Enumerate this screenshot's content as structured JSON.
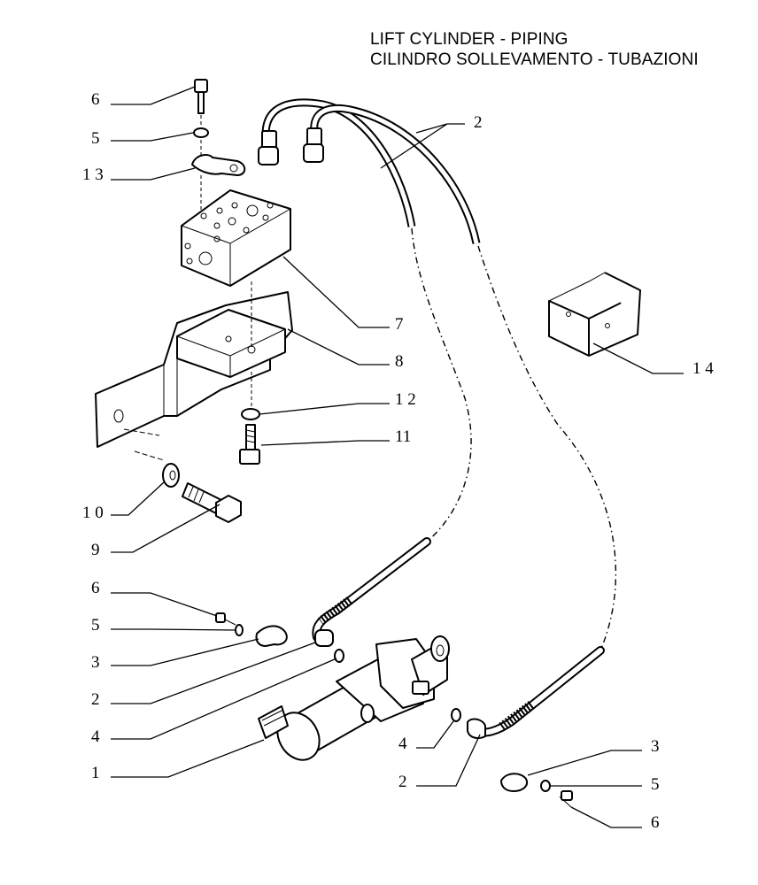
{
  "title": {
    "line1": "LIFT CYLINDER - PIPING",
    "line2": "CILINDRO SOLLEVAMENTO - TUBAZIONI"
  },
  "callouts": {
    "c6_top": "6",
    "c5_top": "5",
    "c13": "1 3",
    "c2_top": "2",
    "c7": "7",
    "c8": "8",
    "c14": "1 4",
    "c12": "1 2",
    "c11": "11",
    "c10": "1 0",
    "c9": "9",
    "c6_mid": "6",
    "c5_mid": "5",
    "c3_mid": "3",
    "c2_mid": "2",
    "c4_left": "4",
    "c1": "1",
    "c4_right": "4",
    "c2_bottom": "2",
    "c3_right": "3",
    "c5_right": "5",
    "c6_right": "6"
  }
}
